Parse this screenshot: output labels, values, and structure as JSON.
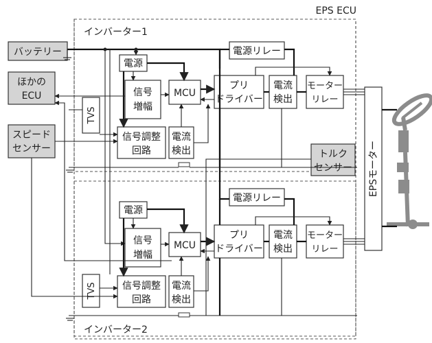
{
  "title": "EPS ECU",
  "inverter1": {
    "title": "インバーター1",
    "power": "電源",
    "amp": [
      "信号",
      "増幅"
    ],
    "mcu": "MCU",
    "tvs": "TVS",
    "cond": [
      "信号調整",
      "回路"
    ],
    "cur": [
      "電流",
      "検出"
    ],
    "relay": "電源リレー",
    "predrv": [
      "プリ",
      "ドライバー"
    ],
    "cur2": [
      "電流",
      "検出"
    ],
    "motor_relay": [
      "モーター",
      "リレー"
    ]
  },
  "inverter2": {
    "title": "インバーター2",
    "power": "電源",
    "amp": [
      "信号",
      "増幅"
    ],
    "mcu": "MCU",
    "tvs": "TVS",
    "cond": [
      "信号調整",
      "回路"
    ],
    "cur": [
      "電流",
      "検出"
    ],
    "relay": "電源リレー",
    "predrv": [
      "プリ",
      "ドライバー"
    ],
    "cur2": [
      "電流",
      "検出"
    ],
    "motor_relay": [
      "モーター",
      "リレー"
    ]
  },
  "external": {
    "battery": "バッテリー",
    "other_ecu": [
      "ほかの",
      "ECU"
    ],
    "speed_sensor": [
      "スピード",
      "センサー"
    ],
    "torque_sensor": [
      "トルク",
      "センサー"
    ],
    "eps_motor": "EPSモーター"
  },
  "colors": {
    "external_fill": "#d4d4d4",
    "steering": "#8c8c8c"
  }
}
